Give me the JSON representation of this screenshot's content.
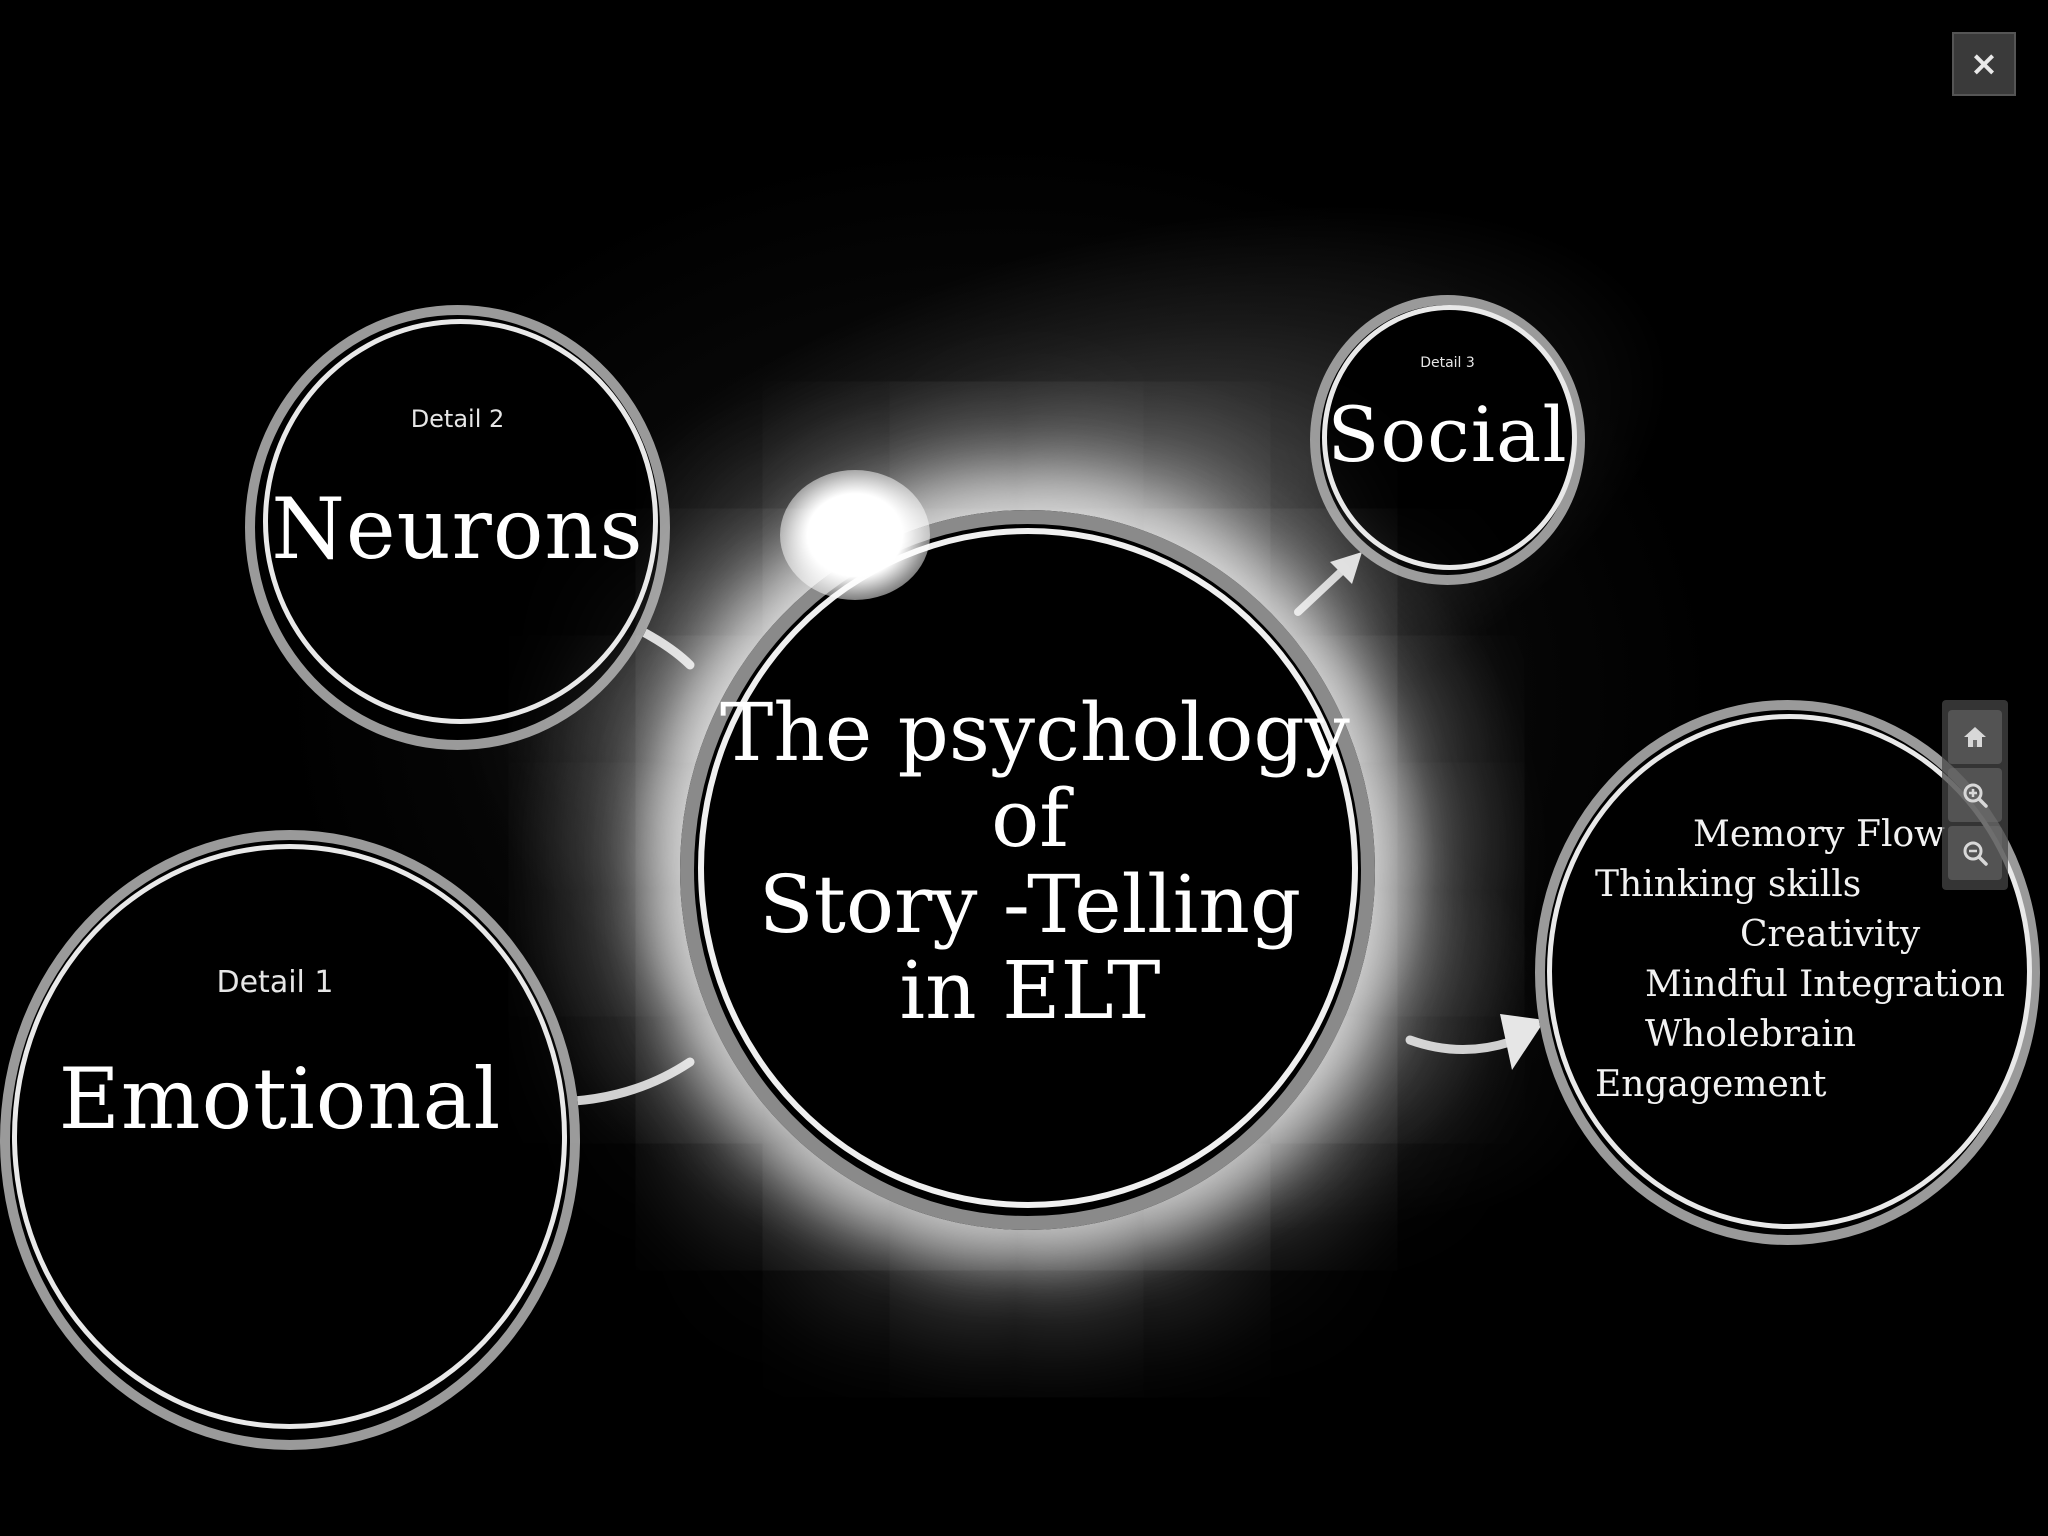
{
  "window": {
    "close_symbol": "×"
  },
  "center": {
    "title_lines": [
      "The psychology",
      "of",
      "Story -Telling",
      "in ELT"
    ]
  },
  "details": {
    "neurons": {
      "caption": "Detail 2",
      "title": "Neurons"
    },
    "social": {
      "caption": "Detail 3",
      "title": "Social"
    },
    "emotional": {
      "caption": "Detail 1",
      "title": "Emotional"
    }
  },
  "keywords": {
    "lines": [
      "Memory  Flow",
      "Thinking skills",
      "Creativity",
      "Mindful  Integration",
      "Wholebrain",
      "Engagement"
    ]
  },
  "zoom_controls": {
    "icons": [
      "home-icon",
      "zoom-in-icon",
      "zoom-out-icon"
    ]
  },
  "colors": {
    "background": "#000000",
    "ring_outer": "#9a9a9a",
    "ring_inner": "#e9e9e9",
    "text": "#ffffff"
  }
}
